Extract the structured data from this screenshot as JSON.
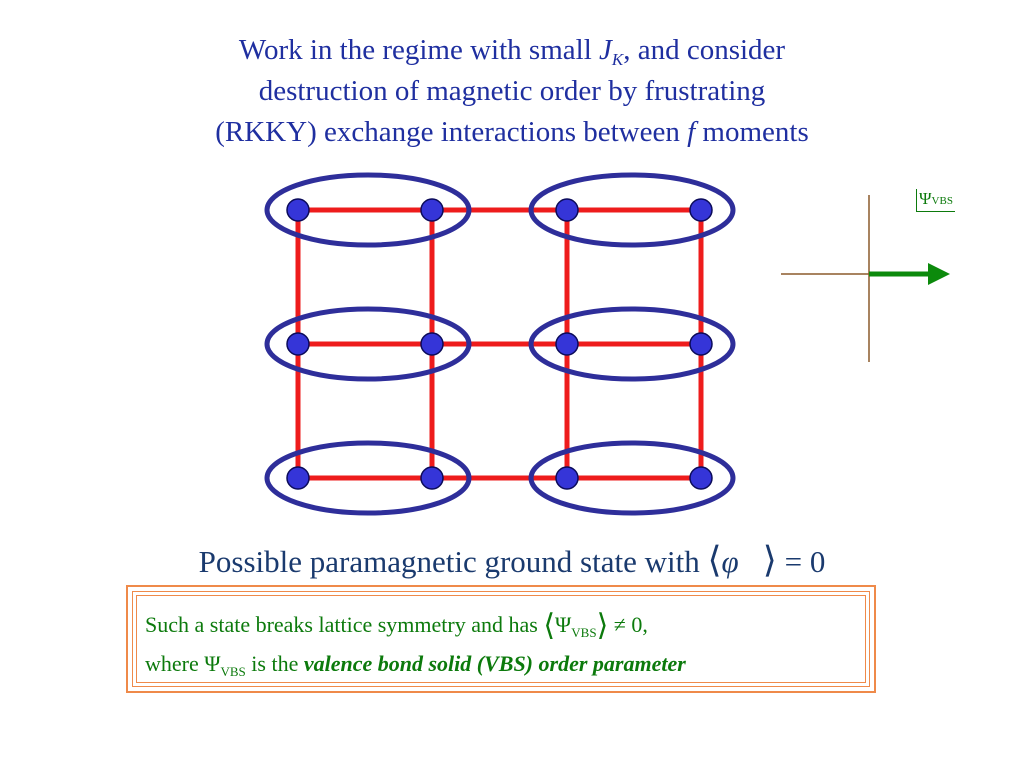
{
  "slide": {
    "title_line1_pre": "Work in the regime with small ",
    "title_J": "J",
    "title_K": "K",
    "title_line1_post": ", and consider",
    "title_line2": "destruction of magnetic order by frustrating",
    "title_line3_pre": "(RKKY) exchange interactions between ",
    "title_f": "f",
    "title_line3_post": " moments",
    "ground_text": "Possible paramagnetic ground state with ",
    "ground_math_open": "⟨",
    "ground_math_phi": "φ⃗",
    "ground_math_close": "⟩",
    "ground_math_eq": " = 0",
    "box_line1_text": "Such a state breaks lattice symmetry and has ",
    "box_line1_open": "⟨",
    "box_line1_psi": "Ψ",
    "box_line1_sub": "VBS",
    "box_line1_close": "⟩",
    "box_line1_ne": " ≠ 0,",
    "box_line2_pre": "where ",
    "box_line2_psi": "Ψ",
    "box_line2_sub": "VBS",
    "box_line2_mid": " is the ",
    "box_line2_bold": "valence bond solid (VBS) order parameter",
    "psi_label": "Ψ",
    "psi_label_sub": "VBS"
  },
  "colors": {
    "title": "#1f2fa0",
    "bond": "#ee1c1c",
    "site": "#3535d8",
    "ellipse": "#2e2e9a",
    "axis": "#8b5a2b",
    "arrow": "#0c8a0c",
    "box_text": "#0c7a0c",
    "box_border": "#ef8a4a"
  }
}
